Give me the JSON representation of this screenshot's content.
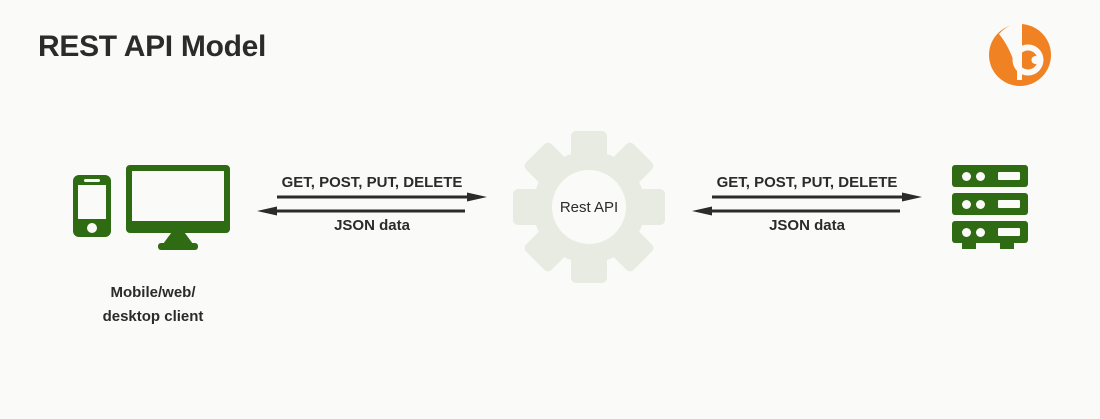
{
  "title": "REST API Model",
  "colors": {
    "background": "#fafaf8",
    "text": "#2b2b2b",
    "green": "#2f6b12",
    "gear": "#e7ebe1",
    "brand_orange": "#f08223"
  },
  "client": {
    "label_line1": "Mobile/web/",
    "label_line2": "desktop client"
  },
  "api": {
    "label": "Rest API"
  },
  "flows": {
    "left": {
      "request": "GET, POST, PUT, DELETE",
      "response": "JSON data"
    },
    "right": {
      "request": "GET, POST, PUT, DELETE",
      "response": "JSON data"
    }
  },
  "icons": {
    "client": "mobile-phone-icon, desktop-monitor-icon",
    "api": "gear-icon",
    "server": "server-stack-icon",
    "brand": "brand-logo-icon"
  }
}
